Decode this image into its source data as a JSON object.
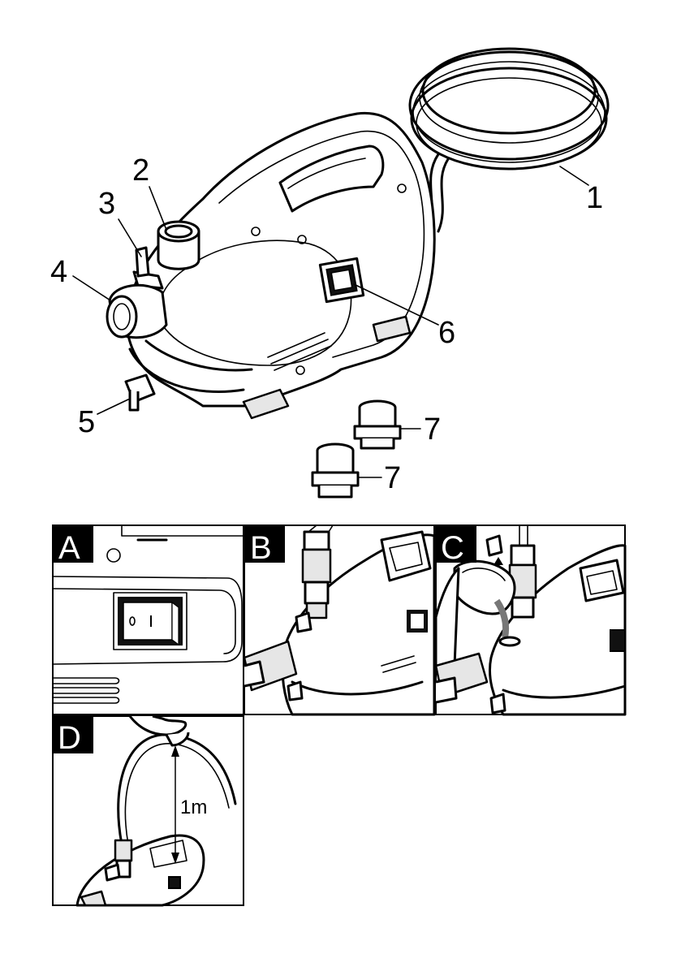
{
  "callouts": [
    {
      "id": "hose",
      "label": "1"
    },
    {
      "id": "filler-neck",
      "label": "2"
    },
    {
      "id": "filler-cap",
      "label": "3"
    },
    {
      "id": "suction-port",
      "label": "4"
    },
    {
      "id": "drain-plug",
      "label": "5"
    },
    {
      "id": "power-switch",
      "label": "6"
    },
    {
      "id": "adapter-top",
      "label": "7"
    },
    {
      "id": "adapter-bottom",
      "label": "7"
    }
  ],
  "panels": [
    {
      "letter": "A"
    },
    {
      "letter": "B"
    },
    {
      "letter": "C"
    },
    {
      "letter": "D",
      "dimension": "1m"
    }
  ],
  "colors": {
    "line": "#000000",
    "background": "#ffffff",
    "label_box": "#000000",
    "label_text": "#ffffff",
    "shade": "#e6e6e6"
  }
}
